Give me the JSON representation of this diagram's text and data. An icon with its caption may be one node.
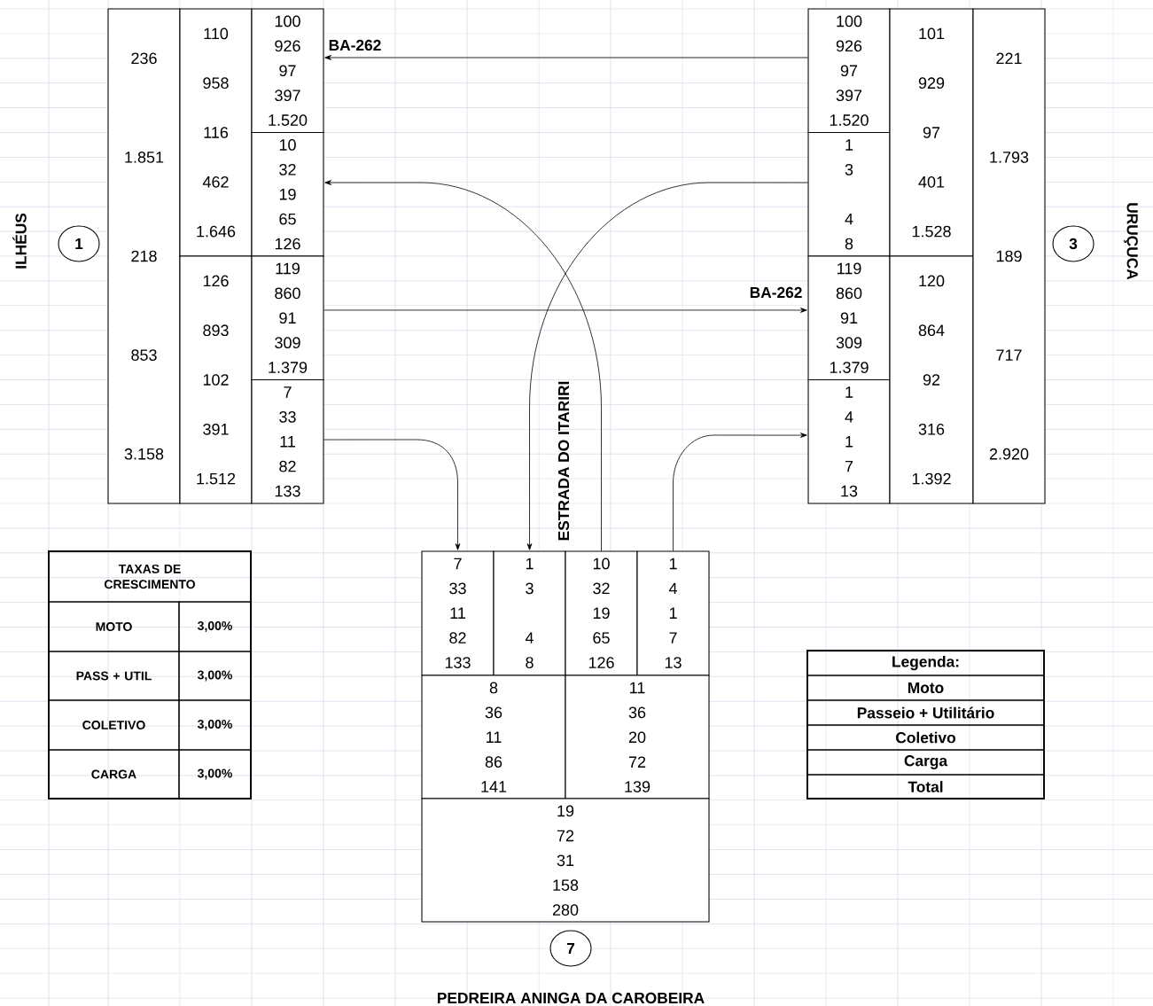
{
  "diagram": {
    "nodes": [
      {
        "text": [
          "236",
          "1.851",
          "218",
          "853",
          "3.158"
        ]
      },
      {
        "text": [
          "110",
          "958",
          "116",
          "462",
          "1.646"
        ]
      },
      {
        "text": [
          "126",
          "893",
          "102",
          "391",
          "1.512"
        ]
      },
      {
        "text": [
          "100",
          "926",
          "97",
          "397",
          "1.520"
        ]
      },
      {
        "text": [
          "10",
          "32",
          "19",
          "65",
          "126"
        ]
      },
      {
        "text": [
          "119",
          "860",
          "91",
          "309",
          "1.379"
        ]
      },
      {
        "text": [
          "7",
          "33",
          "11",
          "82",
          "133"
        ]
      },
      {
        "text": [
          "100",
          "926",
          "97",
          "397",
          "1.520"
        ]
      },
      {
        "text": [
          "1",
          "3",
          "4",
          "8"
        ]
      },
      {
        "text": [
          "119",
          "860",
          "91",
          "309",
          "1.379"
        ]
      },
      {
        "text": [
          "1",
          "4",
          "1",
          "7",
          "13"
        ]
      },
      {
        "text": [
          "101",
          "929",
          "97",
          "401",
          "1.528"
        ]
      },
      {
        "text": [
          "120",
          "864",
          "92",
          "316",
          "1.392"
        ]
      },
      {
        "text": [
          "221",
          "1.793",
          "189",
          "717",
          "2.920"
        ]
      },
      {
        "text": [
          "1"
        ],
        "beside": [
          "ILHÉUS"
        ]
      },
      {
        "text": [
          "3"
        ],
        "beside": [
          "URUÇUCA"
        ]
      },
      {
        "text": [
          "7",
          "33",
          "11",
          "82",
          "133"
        ]
      },
      {
        "text": [
          "1",
          "3",
          "4",
          "8"
        ]
      },
      {
        "text": [
          "10",
          "32",
          "19",
          "65",
          "126"
        ]
      },
      {
        "text": [
          "1",
          "4",
          "1",
          "7",
          "13"
        ]
      },
      {
        "text": [
          "8",
          "36",
          "11",
          "86",
          "141"
        ]
      },
      {
        "text": [
          "11",
          "36",
          "20",
          "72",
          "139"
        ]
      },
      {
        "text": [
          "19",
          "72",
          "31",
          "158",
          "280"
        ]
      },
      {
        "text": [
          "7"
        ],
        "beside": [
          "PEDREIRA ANINGA DA CAROBEIRA"
        ]
      }
    ],
    "edges": [
      {
        "from": 7,
        "to": 3,
        "arrow": "to",
        "label": "BA-262"
      },
      {
        "from": 18,
        "to": 4,
        "arrow": "to"
      },
      {
        "from": 8,
        "to": 17,
        "arrow": "to"
      },
      {
        "from": 5,
        "to": 9,
        "arrow": "to",
        "label": "BA-262"
      },
      {
        "from": 6,
        "to": 16,
        "arrow": "to"
      },
      {
        "from": 19,
        "to": 10,
        "arrow": "to"
      }
    ],
    "labels": [
      "TAXAS DE CRESCIMENTO",
      "MOTO",
      "3,00%",
      "PASS + UTIL",
      "3,00%",
      "COLETIVO",
      "3,00%",
      "CARGA",
      "3,00%",
      "Legenda:",
      "Moto",
      "Passeio + Utilitário",
      "Coletivo",
      "Carga",
      "Total",
      "ESTRADA DO ITARIRI"
    ]
  }
}
